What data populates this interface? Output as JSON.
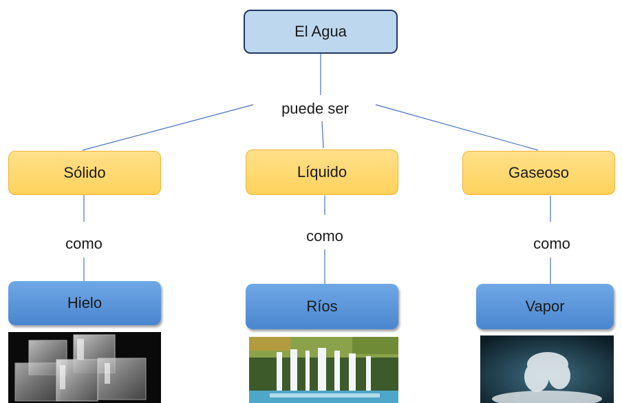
{
  "root": {
    "label": "El Agua"
  },
  "connector_top": "puede ser",
  "states": [
    {
      "label": "Sólido",
      "link": "como",
      "example": "Hielo"
    },
    {
      "label": "Líquido",
      "link": "como",
      "example": "Ríos"
    },
    {
      "label": "Gaseoso",
      "link": "como",
      "example": "Vapor"
    }
  ],
  "colors": {
    "line": "#4472c4",
    "root_fill": "#bdd7ee",
    "state_fill": "#ffd966",
    "example_fill": "#5b9bd5"
  }
}
